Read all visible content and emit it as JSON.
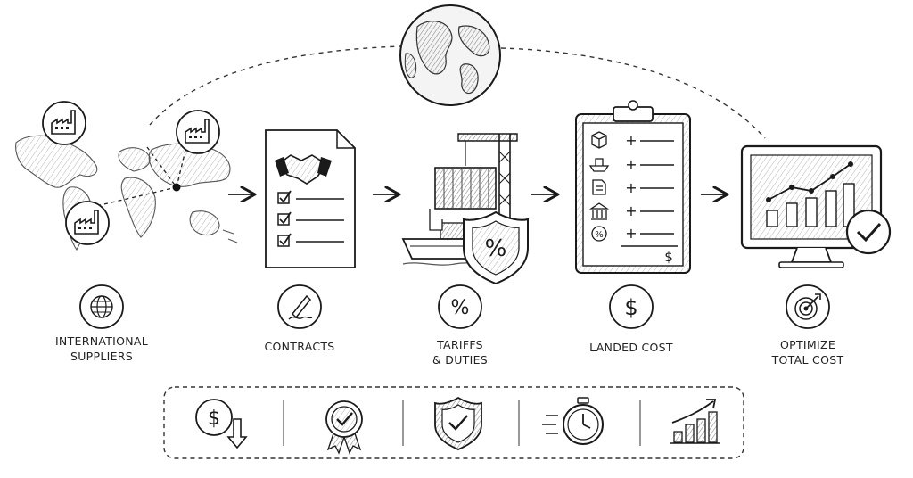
{
  "steps": [
    {
      "id": "international-suppliers",
      "label_lines": [
        "INTERNATIONAL",
        "SUPPLIERS"
      ]
    },
    {
      "id": "contracts",
      "label_lines": [
        "CONTRACTS"
      ]
    },
    {
      "id": "tariffs-duties",
      "label_lines": [
        "TARIFFS",
        "& DUTIES"
      ]
    },
    {
      "id": "landed-cost",
      "label_lines": [
        "LANDED COST"
      ]
    },
    {
      "id": "optimize-total-cost",
      "label_lines": [
        "OPTIMIZE",
        "TOTAL COST"
      ]
    }
  ],
  "glyphs": {
    "percent": "%",
    "dollar": "$",
    "plus": "+"
  },
  "step_icons": [
    "globe-icon",
    "pen-icon",
    "percent-icon",
    "dollar-icon",
    "target-icon"
  ],
  "benefit_icons": [
    "dollar-down-arrow-icon",
    "quality-badge-icon",
    "shield-check-icon",
    "stopwatch-icon",
    "bar-chart-growth-icon"
  ],
  "colors": {
    "ink": "#1a1a1a",
    "shade": "#9a9a9a",
    "paper": "#ffffff"
  }
}
